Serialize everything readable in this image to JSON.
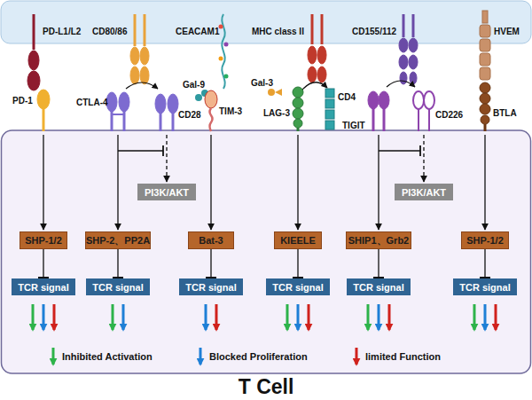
{
  "diagram": {
    "title": "T Cell",
    "nodes": [
      {
        "text": [
          "PI3K/AKT"
        ]
      },
      {
        "text": [
          "PI3K/AKT"
        ]
      },
      {
        "text": [
          "SHP-1/2"
        ]
      },
      {
        "text": [
          "SHP-2、PP2A"
        ]
      },
      {
        "text": [
          "Bat-3"
        ]
      },
      {
        "text": [
          "KIEELE"
        ]
      },
      {
        "text": [
          "SHIP1、Grb2"
        ]
      },
      {
        "text": [
          "SHP-1/2"
        ]
      },
      {
        "text": [
          "TCR signal"
        ]
      },
      {
        "text": [
          "TCR signal"
        ]
      },
      {
        "text": [
          "TCR signal"
        ]
      },
      {
        "text": [
          "TCR signal"
        ]
      },
      {
        "text": [
          "TCR signal"
        ]
      },
      {
        "text": [
          "TCR signal"
        ]
      }
    ],
    "edges": [
      {
        "from": 2,
        "to": 8,
        "arrow": "to"
      },
      {
        "from": 3,
        "to": 9,
        "arrow": "to"
      },
      {
        "from": 4,
        "to": 10,
        "arrow": "to"
      },
      {
        "from": 5,
        "to": 11,
        "arrow": "to"
      },
      {
        "from": 6,
        "to": 12,
        "arrow": "to"
      },
      {
        "from": 7,
        "to": 13,
        "arrow": "to"
      }
    ],
    "labels": [
      "PD-L1/L2",
      "CD80/86",
      "CEACAM1",
      "MHC class II",
      "CD155/112",
      "HVEM",
      "PD-1",
      "CTLA-4",
      "CD28",
      "Gal-9",
      "TIM-3",
      "Gal-3",
      "LAG-3",
      "CD4",
      "TIGIT",
      "CD226",
      "BTLA"
    ],
    "legend": [
      {
        "text": "Inhibited Activation"
      },
      {
        "text": "Blocked Proliferation"
      },
      {
        "text": "limited Function"
      }
    ]
  }
}
